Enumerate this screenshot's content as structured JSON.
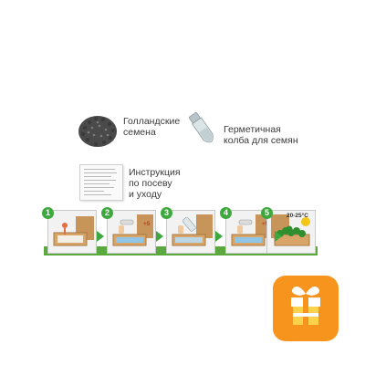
{
  "items": {
    "seeds_label": "Голландские\nсемена",
    "flask_label": "Герметичная\nколба для семян",
    "instruction_label": "Инструкция\nпо посеву\nи уходу"
  },
  "steps": [
    {
      "number": "1"
    },
    {
      "number": "2",
      "note": "+5"
    },
    {
      "number": "3"
    },
    {
      "number": "4",
      "note": "+5"
    },
    {
      "number": "5",
      "note": "20-25°C"
    }
  ],
  "colors": {
    "step_green": "#3da83d",
    "bar_green": "#5aa83e",
    "gift_orange": "#f7941d",
    "gift_box": "#fbd24c"
  },
  "icons": {
    "gift": "gift-box-icon"
  }
}
